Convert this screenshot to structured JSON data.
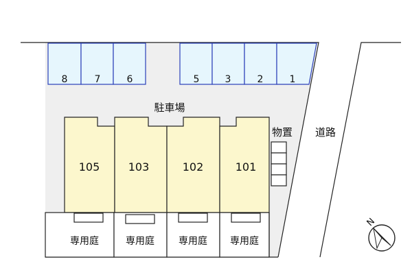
{
  "parking": {
    "label": "駐車場",
    "spaces": [
      "8",
      "7",
      "6",
      "5",
      "3",
      "2",
      "1"
    ]
  },
  "units": [
    "105",
    "103",
    "102",
    "101"
  ],
  "gardens": [
    "専用庭",
    "専用庭",
    "専用庭",
    "専用庭"
  ],
  "storage": {
    "label": "物置"
  },
  "road": {
    "label": "道路"
  },
  "compass": {
    "label": "N"
  },
  "colors": {
    "lot": "#efefef",
    "parking_fill": "#e6f6fd",
    "parking_stroke": "#2a3fb8",
    "unit_fill": "#fcf7cd",
    "line": "#222222"
  }
}
